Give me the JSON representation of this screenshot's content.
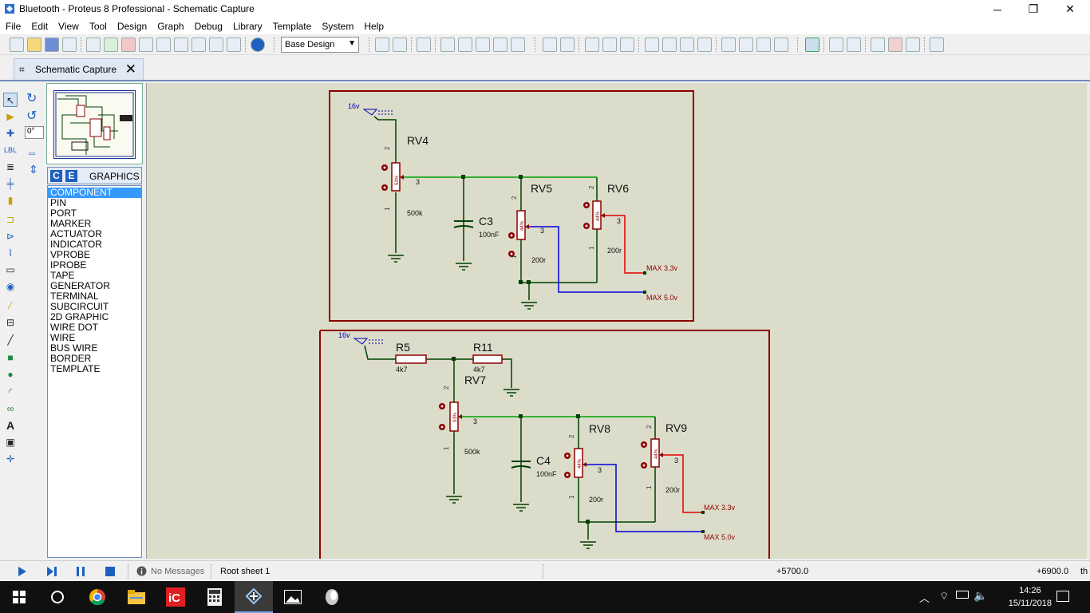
{
  "window": {
    "title": "Bluetooth - Proteus 8 Professional - Schematic Capture",
    "minimize": "─",
    "maximize": "❐",
    "close": "✕"
  },
  "menu": [
    "File",
    "Edit",
    "View",
    "Tool",
    "Design",
    "Graph",
    "Debug",
    "Library",
    "Template",
    "System",
    "Help"
  ],
  "toolbar": {
    "design_select": "Base Design"
  },
  "tab": {
    "label": "Schematic Capture",
    "close": "✕"
  },
  "rotation": {
    "angle": "0°"
  },
  "device_panel": {
    "c_btn": "C",
    "e_btn": "E",
    "header": "GRAPHICS",
    "items": [
      "COMPONENT",
      "PIN",
      "PORT",
      "MARKER",
      "ACTUATOR",
      "INDICATOR",
      "VPROBE",
      "IPROBE",
      "TAPE",
      "GENERATOR",
      "TERMINAL",
      "SUBCIRCUIT",
      "2D GRAPHIC",
      "WIRE DOT",
      "WIRE",
      "BUS WIRE",
      "BORDER",
      "TEMPLATE"
    ],
    "selected": "COMPONENT"
  },
  "schematic": {
    "circuit1": {
      "source": "16v",
      "rv4": "RV4",
      "rv4_value": "500k",
      "rv4_pct": "53%",
      "c3": "C3",
      "c3_value": "100nF",
      "rv5": "RV5",
      "rv5_value": "200r",
      "rv5_pct": "44%",
      "rv6": "RV6",
      "rv6_value": "200r",
      "rv6_pct": "44%",
      "out1": "MAX 3.3v",
      "out2": "MAX 5.0v",
      "pin1": "1",
      "pin2": "2",
      "pin3": "3"
    },
    "circuit2": {
      "source": "16v",
      "r5": "R5",
      "r5_value": "4k7",
      "r11": "R11",
      "r11_value": "4k7",
      "rv7": "RV7",
      "rv7_value": "500k",
      "rv7_pct": "53%",
      "c4": "C4",
      "c4_value": "100nF",
      "rv8": "RV8",
      "rv8_value": "200r",
      "rv8_pct": "44%",
      "rv9": "RV9",
      "rv9_value": "200r",
      "rv9_pct": "44%",
      "out1": "MAX 3.3v",
      "out2": "MAX 5.0v"
    }
  },
  "status": {
    "messages": "No Messages",
    "sheet": "Root sheet 1",
    "x_coord": "+5700.0",
    "y_coord": "+6900.0",
    "units": "th"
  },
  "taskbar": {
    "time": "14:26",
    "date": "15/11/2018"
  },
  "colors": {
    "wire_green": "#00a000",
    "wire_dark": "#004000",
    "wire_red": "#e00000",
    "wire_blue": "#0000e0",
    "component": "#8b0000",
    "canvas": "#dcdcca"
  }
}
